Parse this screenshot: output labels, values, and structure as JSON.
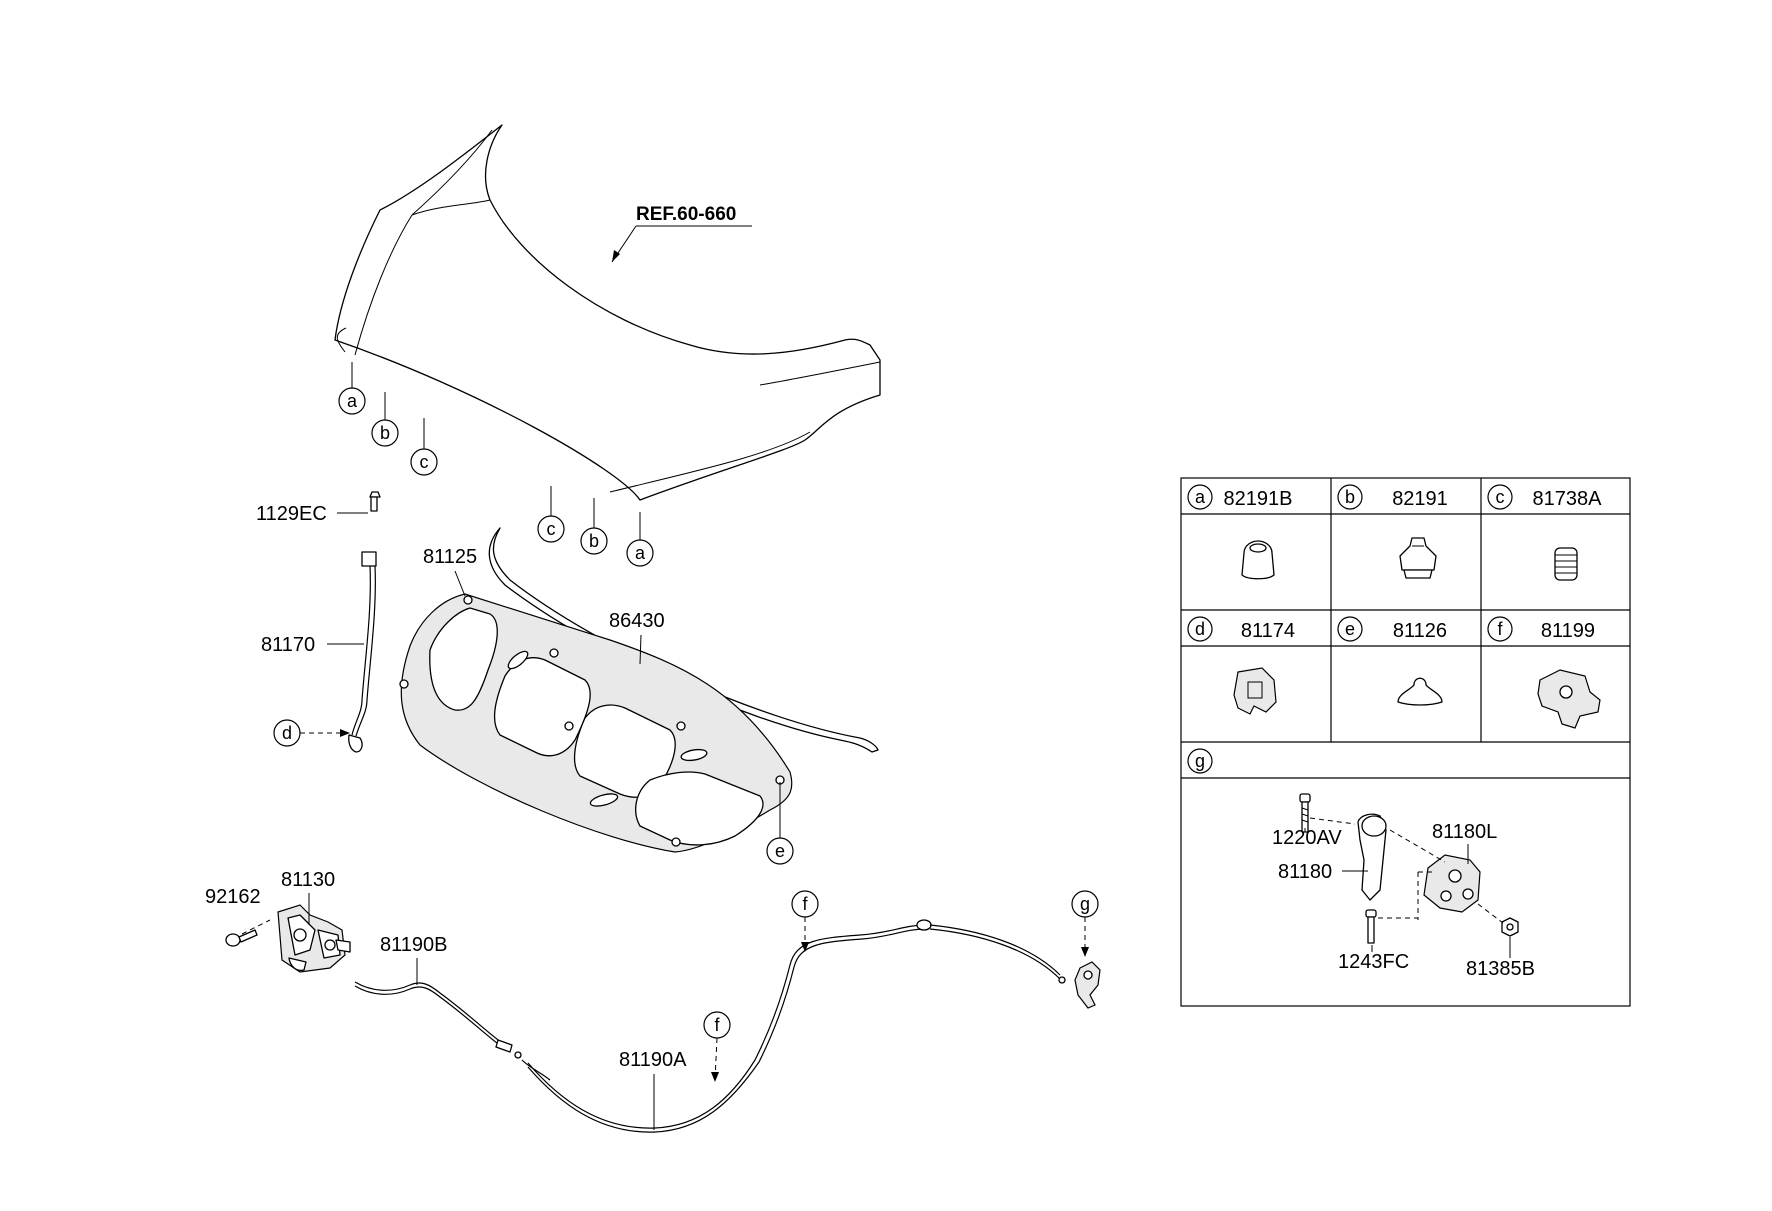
{
  "reference": "REF.60-660",
  "callouts": {
    "hood_a_left": "a",
    "hood_b_left": "b",
    "hood_c_left": "c",
    "hood_c_right": "c",
    "hood_b_right": "b",
    "hood_a_right": "a",
    "rod_d": "d",
    "insulator_e": "e",
    "cable_f_upper": "f",
    "cable_f_lower": "f",
    "latch_g": "g"
  },
  "parts": {
    "p1129EC": "1129EC",
    "p81170": "81170",
    "p81125": "81125",
    "p86430": "86430",
    "p92162": "92162",
    "p81130": "81130",
    "p81190B": "81190B",
    "p81190A": "81190A"
  },
  "legend": {
    "cells": [
      {
        "letter": "a",
        "part": "82191B"
      },
      {
        "letter": "b",
        "part": "82191"
      },
      {
        "letter": "c",
        "part": "81738A"
      },
      {
        "letter": "d",
        "part": "81174"
      },
      {
        "letter": "e",
        "part": "81126"
      },
      {
        "letter": "f",
        "part": "81199"
      }
    ],
    "g_letter": "g",
    "g_parts": {
      "p1220AV": "1220AV",
      "p81180L": "81180L",
      "p81180": "81180",
      "p1243FC": "1243FC",
      "p81385B": "81385B"
    }
  }
}
